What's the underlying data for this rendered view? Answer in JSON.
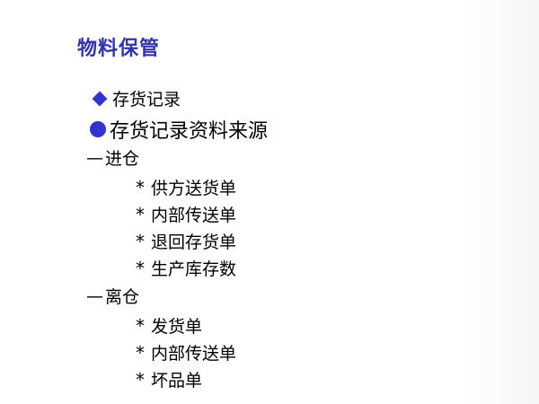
{
  "title": "物料保管",
  "colors": {
    "title": "#3333aa",
    "bullet": "#3333cc"
  },
  "bullets": {
    "diamond_icon": "diamond-bullet",
    "circle_icon": "circle-bullet"
  },
  "lines": {
    "l1": "存货记录",
    "l2": "存货记录资料来源",
    "in_dash": "—",
    "in_label": "进仓",
    "in_items": [
      "供方送货单",
      "内部传送单",
      "退回存货单",
      "生产库存数"
    ],
    "out_dash": "—",
    "out_label": "离仓",
    "out_items": [
      "发货单",
      "内部传送单",
      "坏品单"
    ],
    "star": "*"
  }
}
